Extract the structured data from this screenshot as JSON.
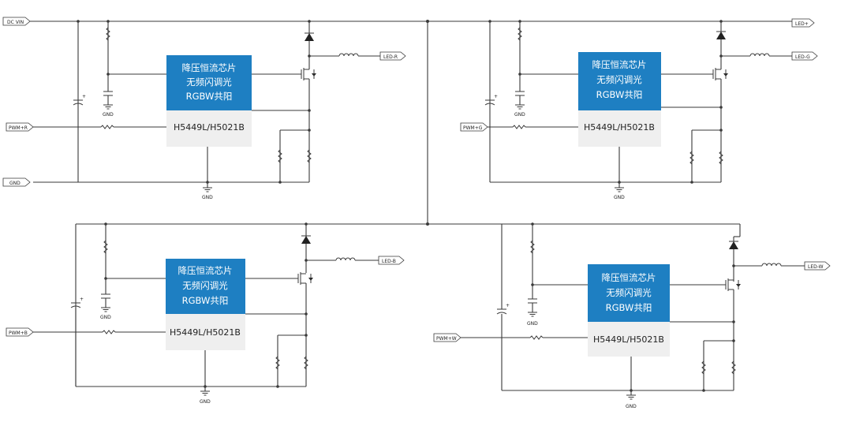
{
  "colors": {
    "chip_blue": "#1e7fc2",
    "chip_gray": "#efefef",
    "wire": "#3a3a3a"
  },
  "global": {
    "dc_vin": "DC VIN",
    "gnd_input": "GND"
  },
  "blocks": [
    {
      "id": "R",
      "chip_lines": [
        "降压恒流芯片",
        "无频闪调光",
        "RGBW共阳"
      ],
      "model": "H5449L/H5021B",
      "pwm_label": "PWM+R",
      "led_plus": "LED+",
      "led_out": "LED-R",
      "gnd_labels": [
        "GND",
        "GND"
      ]
    },
    {
      "id": "G",
      "chip_lines": [
        "降压恒流芯片",
        "无频闪调光",
        "RGBW共阳"
      ],
      "model": "H5449L/H5021B",
      "pwm_label": "PWM+G",
      "led_plus": "LED+",
      "led_out": "LED-G",
      "gnd_labels": [
        "GND",
        "GND"
      ]
    },
    {
      "id": "B",
      "chip_lines": [
        "降压恒流芯片",
        "无频闪调光",
        "RGBW共阳"
      ],
      "model": "H5449L/H5021B",
      "pwm_label": "PWM+B",
      "led_plus": "",
      "led_out": "LED-B",
      "gnd_labels": [
        "GND",
        "GND"
      ]
    },
    {
      "id": "W",
      "chip_lines": [
        "降压恒流芯片",
        "无频闪调光",
        "RGBW共阳"
      ],
      "model": "H5449L/H5021B",
      "pwm_label": "PWM+W",
      "led_plus": "",
      "led_out": "LED-W",
      "gnd_labels": [
        "GND",
        "GND"
      ]
    }
  ]
}
